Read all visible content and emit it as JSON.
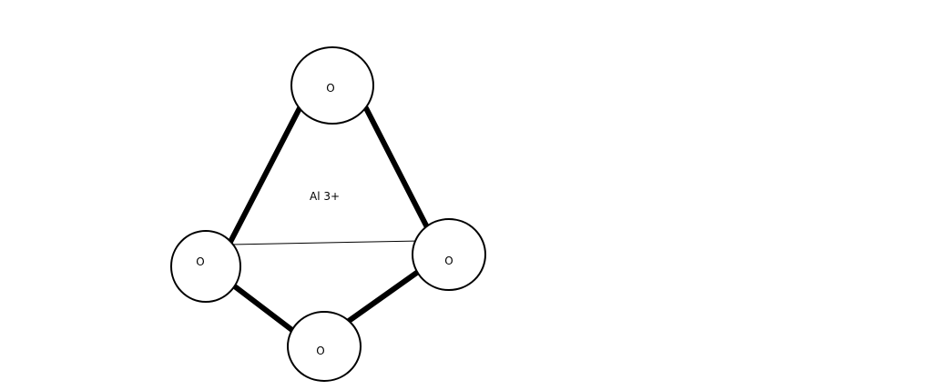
{
  "diagram": {
    "center_ion": "Al 3+",
    "atoms": {
      "top": "O",
      "left": "O",
      "right": "O",
      "bottom": "O"
    },
    "colors": {
      "line": "#000000",
      "background": "#ffffff"
    }
  }
}
